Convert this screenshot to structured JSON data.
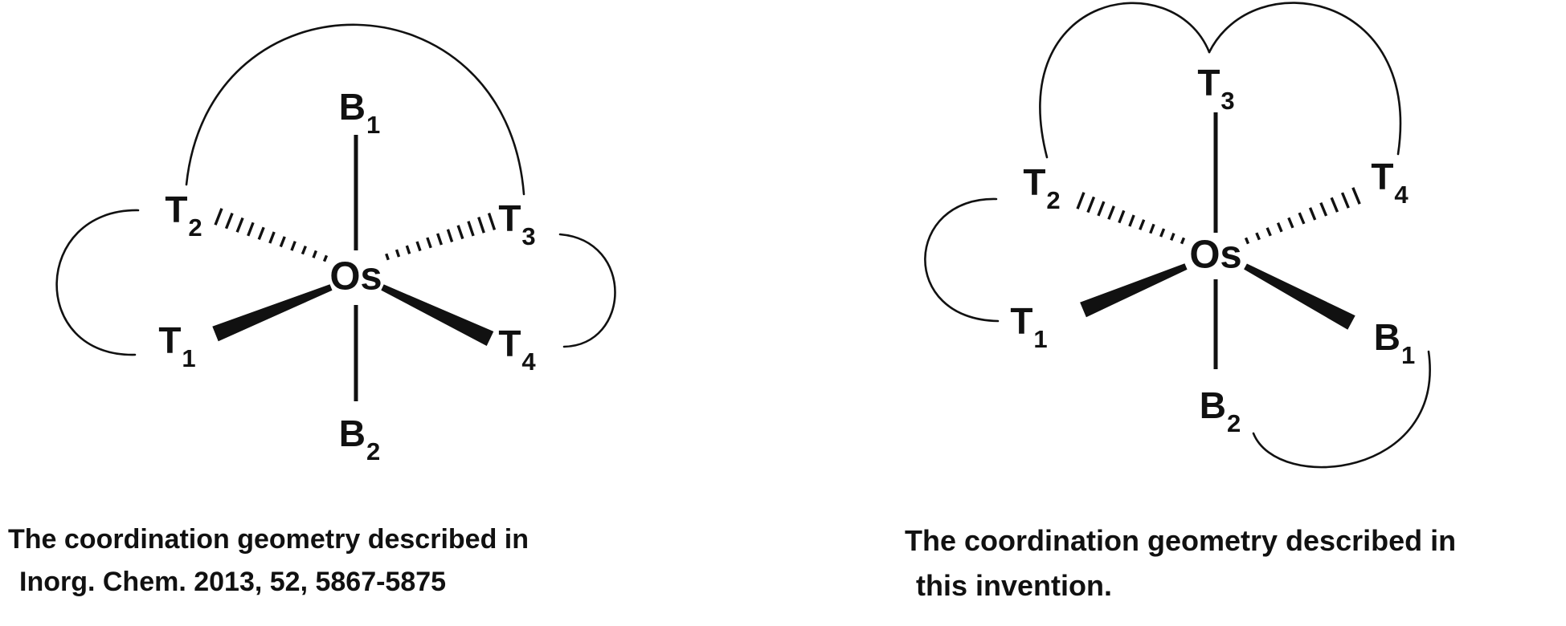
{
  "left": {
    "center": "Os",
    "ligands": {
      "b1": {
        "main": "B",
        "sub": "1"
      },
      "b2": {
        "main": "B",
        "sub": "2"
      },
      "t1": {
        "main": "T",
        "sub": "1"
      },
      "t2": {
        "main": "T",
        "sub": "2"
      },
      "t3": {
        "main": "T",
        "sub": "3"
      },
      "t4": {
        "main": "T",
        "sub": "4"
      }
    },
    "caption_line1": "The coordination geometry described in",
    "caption_line2": "Inorg. Chem. 2013, 52, 5867-5875"
  },
  "right": {
    "center": "Os",
    "ligands": {
      "b1": {
        "main": "B",
        "sub": "1"
      },
      "b2": {
        "main": "B",
        "sub": "2"
      },
      "t1": {
        "main": "T",
        "sub": "1"
      },
      "t2": {
        "main": "T",
        "sub": "2"
      },
      "t3": {
        "main": "T",
        "sub": "3"
      },
      "t4": {
        "main": "T",
        "sub": "4"
      }
    },
    "caption_line1": "The coordination geometry described in",
    "caption_line2": "this invention."
  },
  "colors": {
    "ink": "#111111",
    "paper": "#ffffff"
  }
}
